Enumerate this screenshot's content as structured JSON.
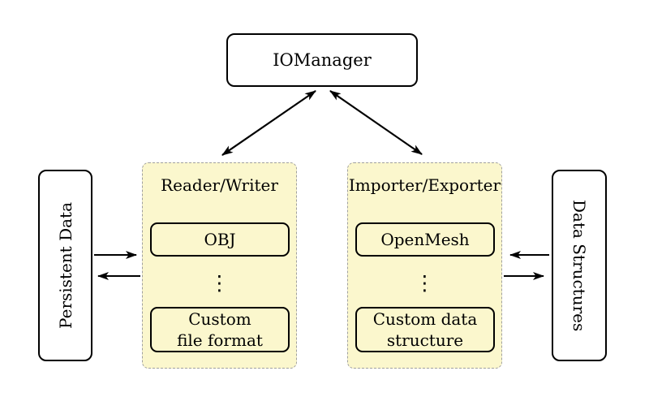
{
  "colors": {
    "canvas_bg": "#ffffff",
    "panel_fill": "#fbf7cd",
    "panel_border": "#a0a0a0",
    "node_fill": "#ffffff",
    "ink": "#000000"
  },
  "manager": {
    "label": "IOManager"
  },
  "panels": {
    "reader_writer": {
      "title": "Reader/Writer",
      "top_item": "OBJ",
      "ellipsis": "⋮",
      "bottom_item": "Custom\nfile format"
    },
    "importer_exporter": {
      "title": "Importer/Exporter",
      "top_item": "OpenMesh",
      "ellipsis": "⋮",
      "bottom_item": "Custom data\nstructure"
    }
  },
  "stores": {
    "persistent_data": {
      "label": "Persistent Data"
    },
    "data_structures": {
      "label": "Data Structures"
    }
  }
}
